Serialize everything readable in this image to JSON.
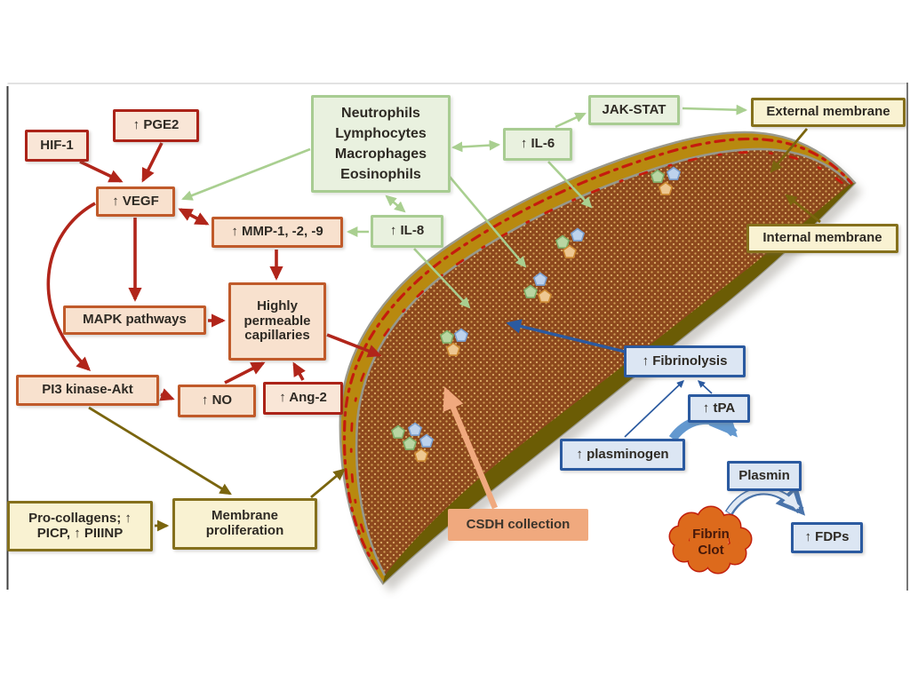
{
  "nodes": {
    "hif1": "HIF-1",
    "pge2": "↑ PGE2",
    "vegf": "↑ VEGF",
    "mmp": "↑ MMP-1, -2, -9",
    "mapk": "MAPK pathways",
    "capillaries": "Highly permeable capillaries",
    "pi3": "PI3 kinase-Akt",
    "no": "↑ NO",
    "ang2": "↑ Ang-2",
    "pro_collagens": "Pro-collagens; ↑ PICP, ↑ PIIINP",
    "membrane_proliferation": "Membrane proliferation",
    "immune_cells_lines": [
      "Neutrophils",
      "Lymphocytes",
      "Macrophages",
      "Eosinophils"
    ],
    "il6": "↑ IL-6",
    "il8": "↑ IL-8",
    "jak_stat": "JAK-STAT",
    "external_membrane": "External membrane",
    "internal_membrane": "Internal membrane",
    "fibrinolysis": "↑ Fibrinolysis",
    "tpa": "↑ tPA",
    "plasminogen": "↑ plasminogen",
    "plasmin": "Plasmin",
    "fdps": "↑ FDPs",
    "fibrin_clot": "Fibrin Clot",
    "csdh_collection": "CSDH collection"
  },
  "colors": {
    "red_arrow": "#b1251a",
    "red_border": "#ab2318",
    "orange_border": "#c05a2a",
    "peach_fill": "#f8e3d1",
    "green": "#a9cf90",
    "green_fill": "#e9f1df",
    "cream_fill": "#f9f2d2",
    "gold_border": "#85701c",
    "olive_arrow": "#7a650e",
    "blue": "#2b5aa0",
    "blue_fill": "#dce6f3",
    "blue_thick_arrow": "#6398cf",
    "salmon": "#f0a97e",
    "membrane_gold": "#b8890f",
    "hematoma_brown": "#8d481d",
    "internal_olive": "#6b5c05",
    "capillary_red": "#c51b0e"
  }
}
